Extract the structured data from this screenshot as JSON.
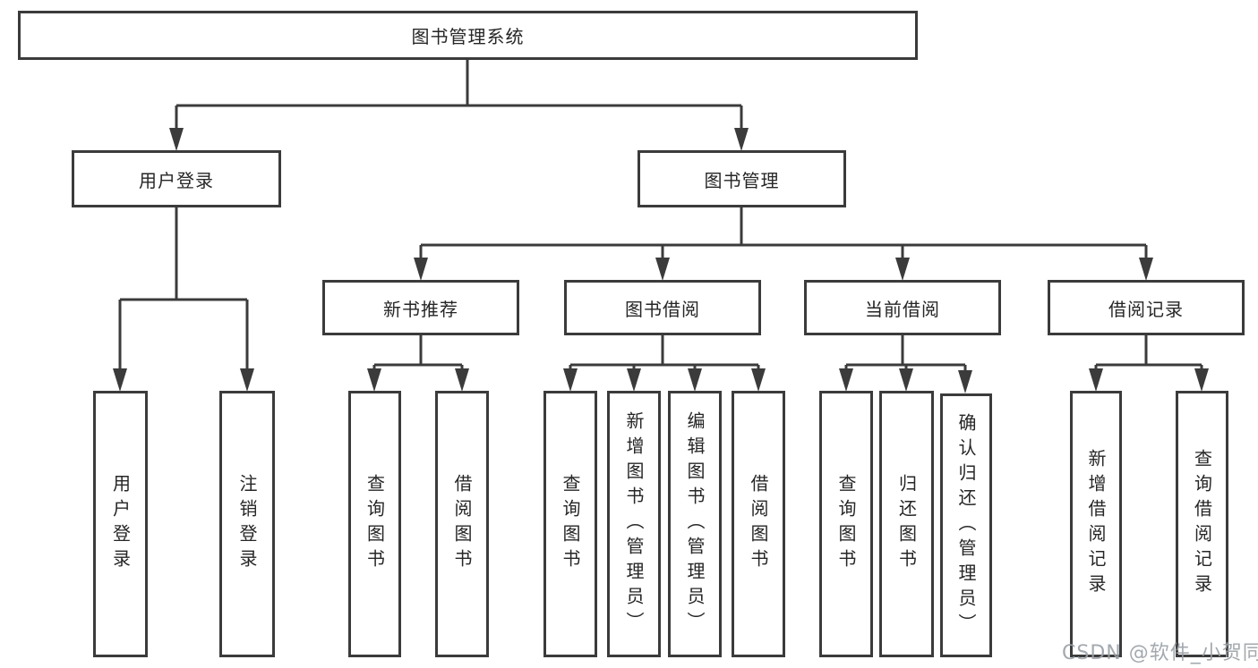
{
  "diagram": {
    "root": "图书管理系统",
    "level2": {
      "user_login": "用户登录",
      "book_mgmt": "图书管理"
    },
    "level3": {
      "new_book": "新书推荐",
      "borrow": "图书借阅",
      "current": "当前借阅",
      "records": "借阅记录"
    },
    "leaves": {
      "login": "用户登录",
      "logout": "注销登录",
      "nb_query": "查询图书",
      "nb_borrow": "借阅图书",
      "bb_query": "查询图书",
      "bb_add": "新增图书（管理员）",
      "bb_edit": "编辑图书（管理员）",
      "bb_borrow": "借阅图书",
      "cb_query": "查询图书",
      "cb_return": "归还图书",
      "cb_confirm": "确认归还（管理员）",
      "br_add": "新增借阅记录",
      "br_query": "查询借阅记录"
    }
  },
  "watermark": "CSDN @软件_小贺同学",
  "colors": {
    "line": "#3b3b3b",
    "text": "#262626",
    "watermark": "#9aa0a6",
    "background": "#ffffff"
  }
}
